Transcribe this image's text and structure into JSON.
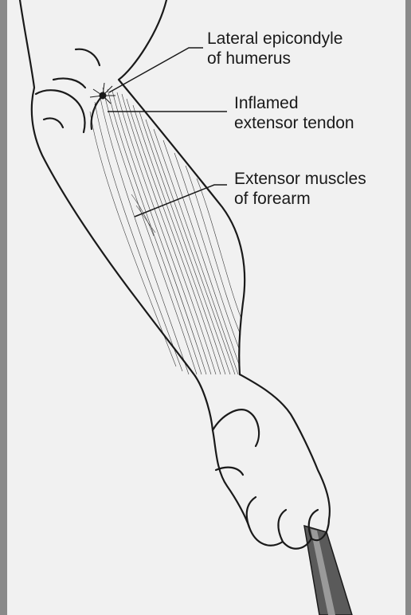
{
  "annotations": [
    {
      "id": "lateral-epicondyle",
      "lines": [
        "Lateral epicondyle",
        "of humerus"
      ]
    },
    {
      "id": "inflamed-tendon",
      "lines": [
        "Inflamed",
        "extensor tendon"
      ]
    },
    {
      "id": "extensor-muscles",
      "lines": [
        "Extensor muscles",
        "of forearm"
      ]
    }
  ],
  "colors": {
    "frame": "#8a8a8a",
    "background": "#f1f1f1",
    "line": "#1a1a1a",
    "handle": "#555555"
  }
}
